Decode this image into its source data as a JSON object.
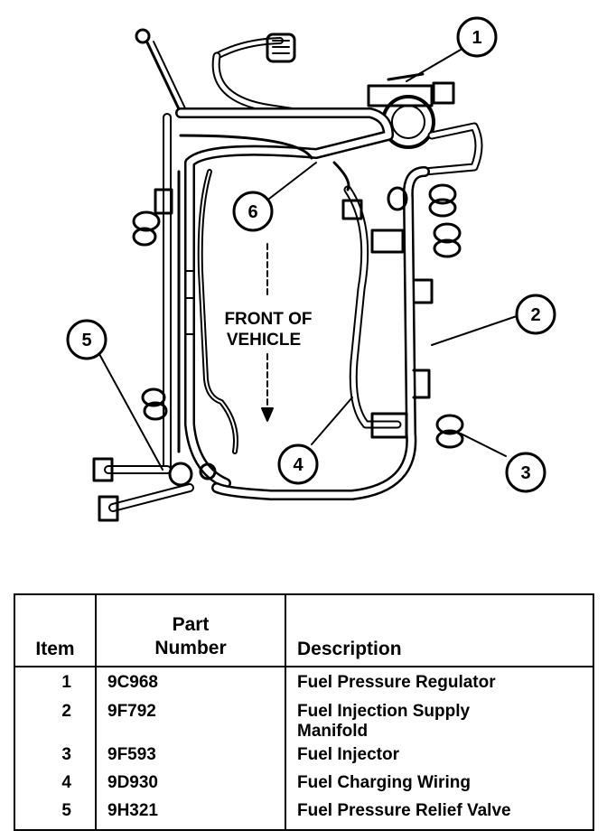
{
  "diagram": {
    "front_label": [
      "FRONT OF",
      "VEHICLE"
    ],
    "callouts": [
      "1",
      "2",
      "3",
      "4",
      "5",
      "6"
    ]
  },
  "table": {
    "headers": {
      "item": "Item",
      "part_line1": "Part",
      "part_line2": "Number",
      "description": "Description"
    },
    "rows": [
      {
        "item": "1",
        "part": "9C968",
        "description": "Fuel Pressure Regulator"
      },
      {
        "item": "2",
        "part": "9F792",
        "description": "Fuel Injection Supply Manifold"
      },
      {
        "item": "3",
        "part": "9F593",
        "description": "Fuel Injector"
      },
      {
        "item": "4",
        "part": "9D930",
        "description": "Fuel Charging Wiring"
      },
      {
        "item": "5",
        "part": "9H321",
        "description": "Fuel Pressure Relief Valve"
      }
    ]
  }
}
